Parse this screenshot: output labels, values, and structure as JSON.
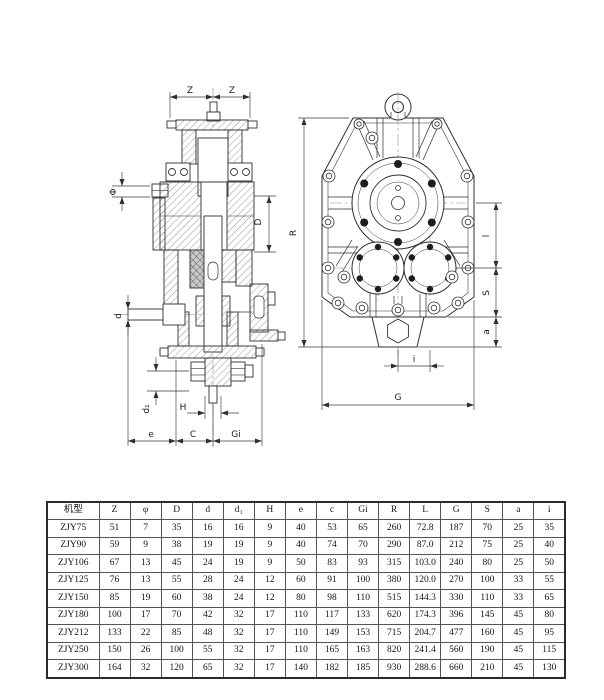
{
  "page": {
    "background": "#ffffff"
  },
  "drawing": {
    "line_color": "#2f2f2f",
    "left_view": {
      "name": "sectional-side-view",
      "labels": {
        "z_left": "Z",
        "z_right": "Z",
        "phi": "Φ",
        "D": "D",
        "d": "d",
        "d1": "d₁",
        "H": "H",
        "e": "e",
        "C": "C",
        "G1": "Gi"
      }
    },
    "right_view": {
      "name": "front-view",
      "labels": {
        "R": "R",
        "l": "l",
        "S": "S",
        "a": "a",
        "i": "i",
        "G": "G"
      }
    }
  },
  "table": {
    "headers": [
      "机型",
      "Z",
      "φ",
      "D",
      "d",
      "d₁",
      "H",
      "e",
      "c",
      "Gi",
      "R",
      "L",
      "G",
      "S",
      "a",
      "i"
    ],
    "rows": [
      [
        "ZJY75",
        "51",
        "7",
        "35",
        "16",
        "16",
        "9",
        "40",
        "53",
        "65",
        "260",
        "72.8",
        "187",
        "70",
        "25",
        "35"
      ],
      [
        "ZJY90",
        "59",
        "9",
        "38",
        "19",
        "19",
        "9",
        "40",
        "74",
        "70",
        "290",
        "87.0",
        "212",
        "75",
        "25",
        "40"
      ],
      [
        "ZJY106",
        "67",
        "13",
        "45",
        "24",
        "19",
        "9",
        "50",
        "83",
        "93",
        "315",
        "103.0",
        "240",
        "80",
        "25",
        "50"
      ],
      [
        "ZJY125",
        "76",
        "13",
        "55",
        "28",
        "24",
        "12",
        "60",
        "91",
        "100",
        "380",
        "120.0",
        "270",
        "100",
        "33",
        "55"
      ],
      [
        "ZJY150",
        "85",
        "19",
        "60",
        "38",
        "24",
        "12",
        "80",
        "98",
        "110",
        "515",
        "144.3",
        "330",
        "110",
        "33",
        "65"
      ],
      [
        "ZJY180",
        "100",
        "17",
        "70",
        "42",
        "32",
        "17",
        "110",
        "117",
        "133",
        "620",
        "174.3",
        "396",
        "145",
        "45",
        "80"
      ],
      [
        "ZJY212",
        "133",
        "22",
        "85",
        "48",
        "32",
        "17",
        "110",
        "149",
        "153",
        "715",
        "204.7",
        "477",
        "160",
        "45",
        "95"
      ],
      [
        "ZJY250",
        "150",
        "26",
        "100",
        "55",
        "32",
        "17",
        "110",
        "165",
        "163",
        "820",
        "241.4",
        "560",
        "190",
        "45",
        "115"
      ],
      [
        "ZJY300",
        "164",
        "32",
        "120",
        "65",
        "32",
        "17",
        "140",
        "182",
        "185",
        "930",
        "288.6",
        "660",
        "210",
        "45",
        "130"
      ]
    ]
  }
}
